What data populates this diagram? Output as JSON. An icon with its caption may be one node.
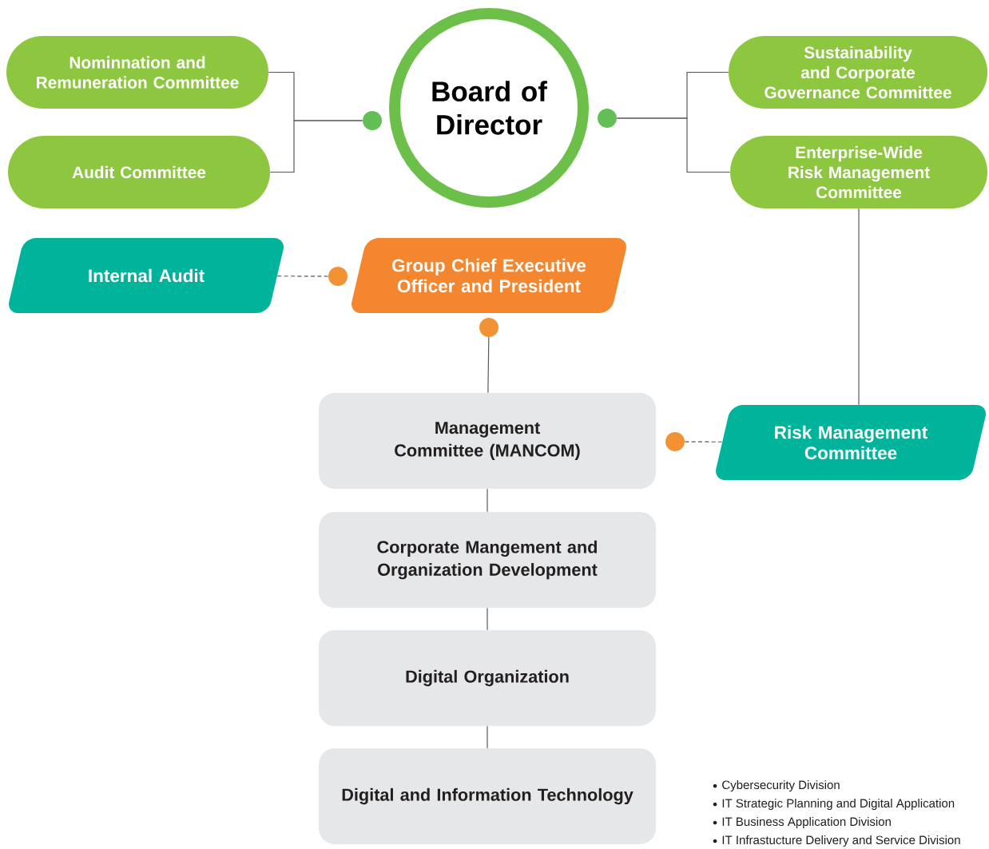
{
  "diagram": {
    "nodes": [
      {
        "text": [
          "Nominnation and Remuneration Committee"
        ]
      },
      {
        "text": [],
        "shape": "circle"
      },
      {
        "text": [
          "Board of Director"
        ]
      },
      {
        "text": [],
        "shape": "circle"
      },
      {
        "text": [
          "Sustainability and Corporate Governance Committee"
        ]
      },
      {
        "text": [
          "Audit Committee"
        ]
      },
      {
        "text": [
          "Enterprise-Wide Risk Management Committee"
        ]
      },
      {
        "text": [
          "Internal Audit"
        ]
      },
      {
        "text": [],
        "shape": "circle"
      },
      {
        "text": [
          "Group Chief Executive Officer and President"
        ]
      },
      {
        "text": [],
        "shape": "circle"
      },
      {
        "text": [
          "Management Committee (MANCOM)"
        ]
      },
      {
        "text": [],
        "shape": "circle"
      },
      {
        "text": [
          "Risk Management Committee"
        ]
      },
      {
        "text": [
          "Corporate Mangement and Organization Development"
        ]
      },
      {
        "text": [
          "Digital Organization"
        ]
      },
      {
        "text": [
          "Digital and Information Technology"
        ]
      }
    ],
    "edges": [
      {
        "from": 0,
        "to": 1,
        "arrow": "none"
      },
      {
        "from": 5,
        "to": 1,
        "arrow": "none"
      },
      {
        "from": 3,
        "to": 4,
        "arrow": "none"
      },
      {
        "from": 3,
        "to": 6,
        "arrow": "none"
      },
      {
        "from": 7,
        "to": 8,
        "arrow": "none",
        "style": "dashed"
      },
      {
        "from": 10,
        "to": 11,
        "arrow": "none"
      },
      {
        "from": 6,
        "to": 13,
        "arrow": "none"
      },
      {
        "from": 12,
        "to": 13,
        "arrow": "none",
        "style": "dashed"
      },
      {
        "from": 11,
        "to": 14,
        "arrow": "none"
      },
      {
        "from": 14,
        "to": 15,
        "arrow": "none"
      },
      {
        "from": 15,
        "to": 16,
        "arrow": "none"
      }
    ],
    "labels": [
      "Cybersecurity Division",
      "IT Strategic Planning and Digital Application",
      "IT Business Application Division",
      "IT Infrastucture Delivery and Service Division"
    ]
  }
}
